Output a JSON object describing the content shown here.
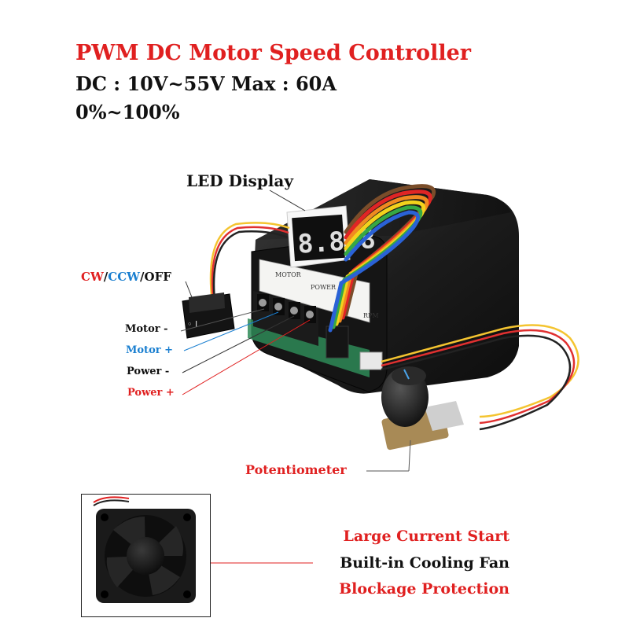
{
  "header": {
    "title": "PWM DC Motor Speed Controller",
    "spec_line": "DC : 10V~55V  Max : 60A",
    "range_line": "0%~100%"
  },
  "callouts": {
    "led_display": "LED Display",
    "switch": {
      "cw": "CW",
      "sep1": "/",
      "ccw": "CCW",
      "sep2": "/",
      "off": "OFF"
    },
    "wires": [
      "Motor -",
      "Motor +",
      "Power -",
      "Power +"
    ],
    "potentiometer": "Potentiometer"
  },
  "board_labels": {
    "motor": "MOTOR",
    "power": "POWER",
    "rpm": "RPM",
    "digits": "8.8.8"
  },
  "features": [
    "Large Current Start",
    "Built-in Cooling Fan",
    "Blockage Protection"
  ],
  "colors": {
    "accent_red": "#e02020",
    "accent_blue": "#1a7fd0",
    "text_dark": "#111111"
  }
}
